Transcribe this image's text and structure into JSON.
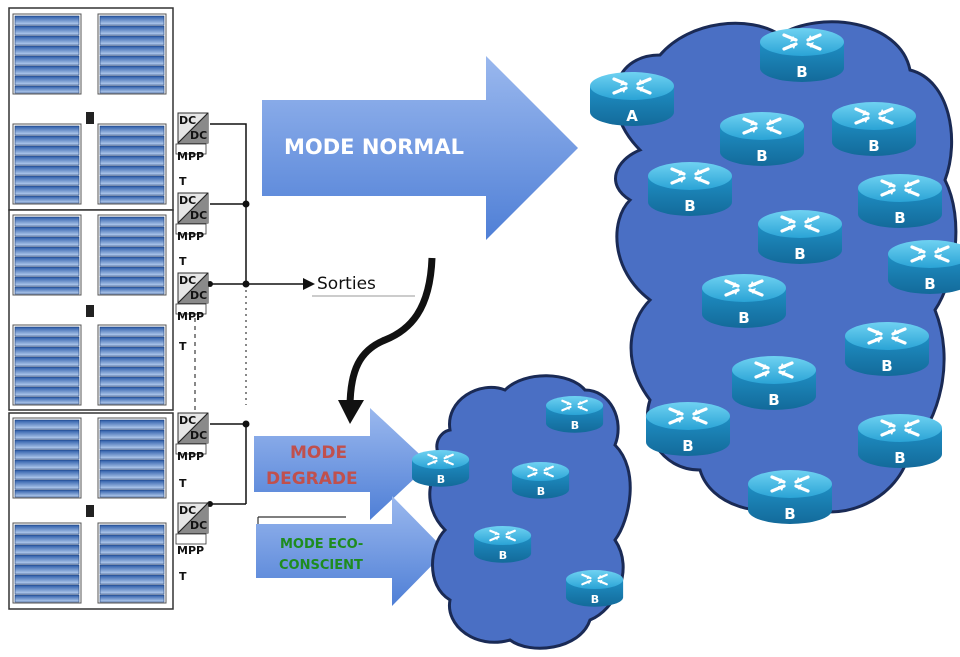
{
  "labels": {
    "mode_normal": "MODE NORMAL",
    "sorties": "Sorties",
    "mode_degrade_1": "MODE",
    "mode_degrade_2": "DEGRADE",
    "mode_eco_1": "MODE ECO-",
    "mode_eco_2": "CONSCIENT"
  },
  "converter": {
    "dc": "DC",
    "mpp": "MPP",
    "t": "T"
  },
  "routers": {
    "source_label": "A",
    "node_label": "B"
  },
  "colors": {
    "arrow_blue": "#6f96dc",
    "cloud_blue": "#4a6fc4",
    "router_cyan": "#2aa9d8",
    "degrade_red": "#c0504d",
    "eco_green": "#1e8c1e",
    "panel_blue": "#1f4f9a"
  }
}
